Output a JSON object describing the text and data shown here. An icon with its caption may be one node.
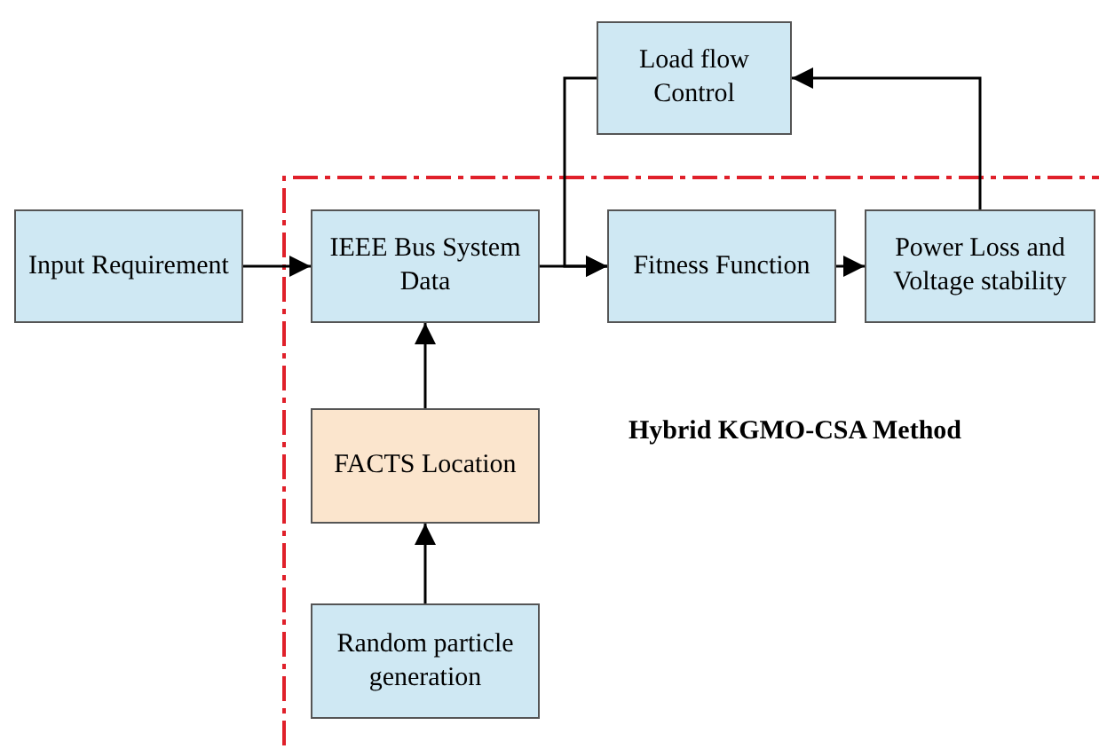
{
  "diagram": {
    "nodes": [
      {
        "text": [
          "Input Requirement"
        ]
      },
      {
        "text": [
          "IEEE Bus System Data"
        ]
      },
      {
        "text": [
          "Fitness Function"
        ]
      },
      {
        "text": [
          "Power Loss and Voltage stability"
        ]
      },
      {
        "text": [
          "Load flow Control"
        ]
      },
      {
        "text": [
          "FACTS Location"
        ]
      },
      {
        "text": [
          "Random particle generation"
        ]
      }
    ],
    "edges": [
      {
        "from": 0,
        "to": 1,
        "arrow": "to"
      },
      {
        "from": 1,
        "to": 2,
        "arrow": "to"
      },
      {
        "from": 2,
        "to": 3,
        "arrow": "to"
      },
      {
        "from": 3,
        "to": 4,
        "arrow": "to"
      },
      {
        "from": 4,
        "to": 2,
        "arrow": "to"
      },
      {
        "from": 5,
        "to": 1,
        "arrow": "to"
      },
      {
        "from": 6,
        "to": 5,
        "arrow": "to"
      }
    ],
    "labels": [
      "Hybrid KGMO-CSA Method"
    ]
  }
}
